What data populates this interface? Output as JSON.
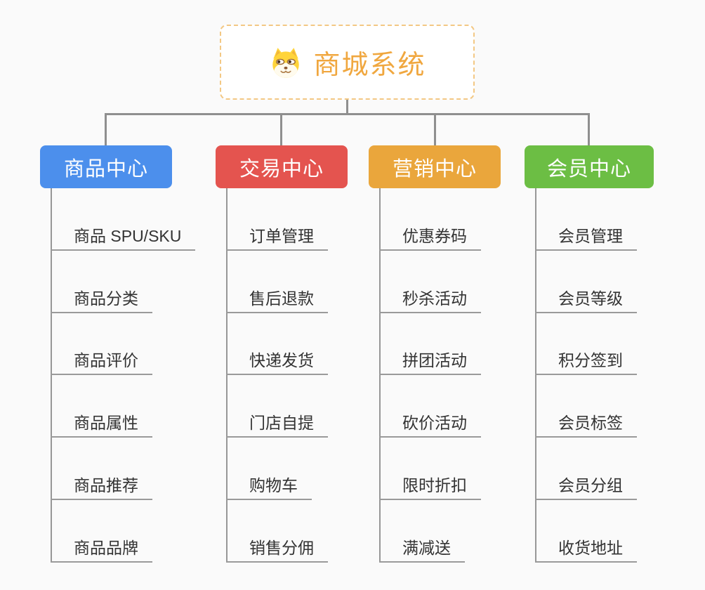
{
  "app": {
    "background_color": "#fafafa",
    "connector_color": "#8f8f8f"
  },
  "root": {
    "title": "商城系统",
    "icon": "doge-icon",
    "title_color": "#f0a73f",
    "border_color": "#f3c884"
  },
  "branches": [
    {
      "label": "商品中心",
      "color": "#4c8fec",
      "items": [
        "商品 SPU/SKU",
        "商品分类",
        "商品评价",
        "商品属性",
        "商品推荐",
        "商品品牌"
      ]
    },
    {
      "label": "交易中心",
      "color": "#e4544f",
      "items": [
        "订单管理",
        "售后退款",
        "快递发货",
        "门店自提",
        "购物车",
        "销售分佣"
      ]
    },
    {
      "label": "营销中心",
      "color": "#eaa63c",
      "items": [
        "优惠券码",
        "秒杀活动",
        "拼团活动",
        "砍价活动",
        "限时折扣",
        "满减送"
      ]
    },
    {
      "label": "会员中心",
      "color": "#6cbe44",
      "items": [
        "会员管理",
        "会员等级",
        "积分签到",
        "会员标签",
        "会员分组",
        "收货地址"
      ]
    }
  ]
}
